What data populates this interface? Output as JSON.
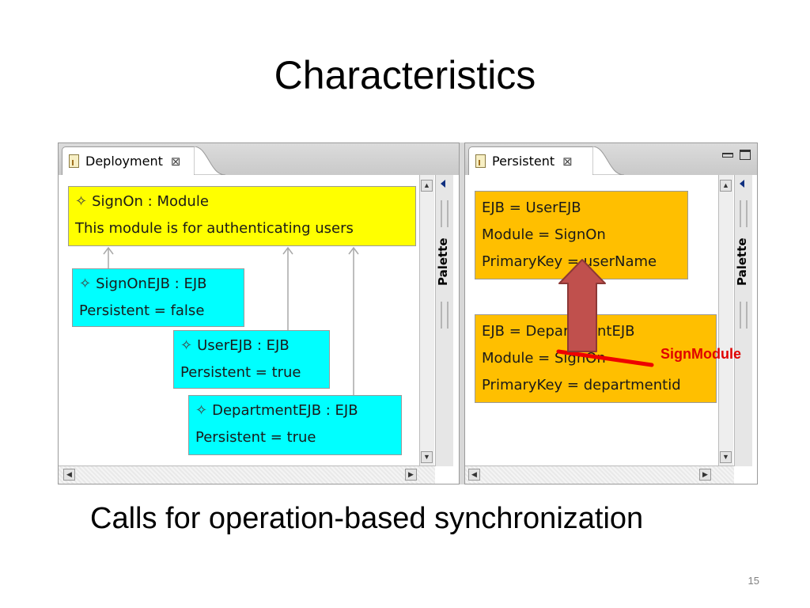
{
  "slide": {
    "title": "Characteristics",
    "subtitle": "Calls for operation-based synchronization",
    "page_number": "15"
  },
  "deployment_editor": {
    "tab_label": "Deployment",
    "close_glyph": "⊠",
    "palette_label": "Palette",
    "module_box": {
      "line1": "SignOn : Module",
      "line2": "This module is for authenticating users",
      "color": "#ffff00"
    },
    "ejb_boxes": [
      {
        "line1": "SignOnEJB : EJB",
        "line2": "Persistent = false"
      },
      {
        "line1": "UserEJB : EJB",
        "line2": "Persistent = true"
      },
      {
        "line1": "DepartmentEJB : EJB",
        "line2": "Persistent = true"
      }
    ],
    "ejb_color": "#00ffff"
  },
  "persistent_editor": {
    "tab_label": "Persistent",
    "close_glyph": "⊠",
    "palette_label": "Palette",
    "entries": [
      {
        "line1": "EJB = UserEJB",
        "line2": "Module = SignOn",
        "line3": "PrimaryKey = userName"
      },
      {
        "line1": "EJB = DepartmentEJB",
        "line2": "Module = SignOn",
        "line3": "PrimaryKey = departmentid"
      }
    ],
    "entry_color": "#ffbf00"
  },
  "annotation": {
    "label": "SignModule",
    "strike_color": "#ee0000",
    "arrow_color": "#c0504d"
  },
  "icons": {
    "diamond": "✧",
    "scroll_up": "▲",
    "scroll_down": "▼",
    "scroll_left": "◀",
    "scroll_right": "▶"
  }
}
